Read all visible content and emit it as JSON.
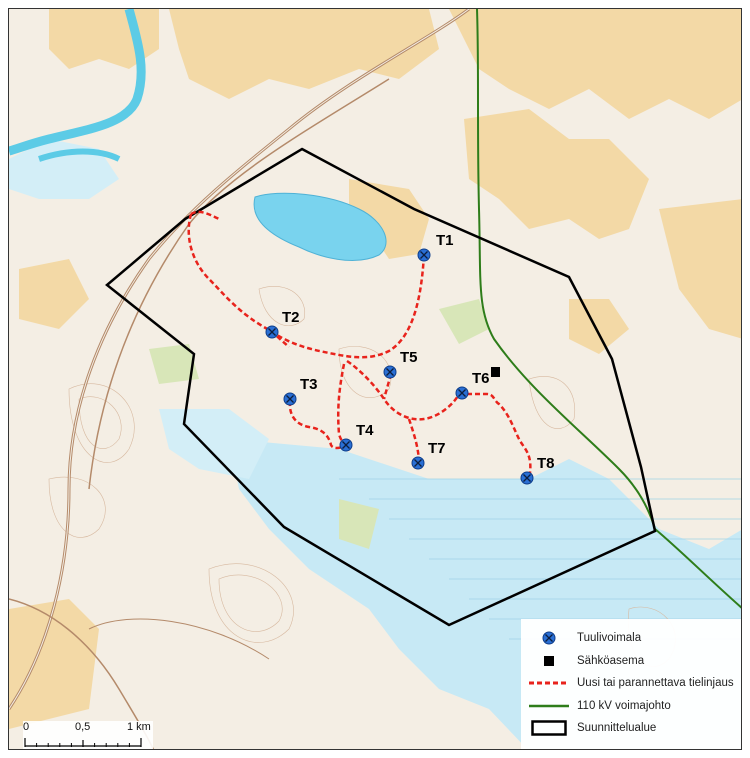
{
  "legend": {
    "items": [
      {
        "symbol": "turbine-icon",
        "label": "Tuulivoimala"
      },
      {
        "symbol": "substation-icon",
        "label": "Sähköasema"
      },
      {
        "symbol": "road-line",
        "label": "Uusi tai parannettava tielinjaus",
        "color": "#e8231c"
      },
      {
        "symbol": "powerline-line",
        "label": "110 kV voimajohto",
        "color": "#2e7d1a"
      },
      {
        "symbol": "boundary-box",
        "label": "Suunnittelualue",
        "color": "#000000"
      }
    ]
  },
  "turbines": [
    "T1",
    "T2",
    "T3",
    "T4",
    "T5",
    "T6",
    "T7",
    "T8"
  ],
  "scale_bar": {
    "labels": [
      "0",
      "0,5",
      "1 km"
    ]
  },
  "colors": {
    "land": "#f4eee4",
    "forest_yellow": "#f3d9a6",
    "water": "#c7e9f5",
    "lake": "#79d3ee",
    "river": "#5ccbe6",
    "turbine": "#2a6fd4",
    "road": "#e8231c",
    "powerline": "#2e7d1a"
  }
}
